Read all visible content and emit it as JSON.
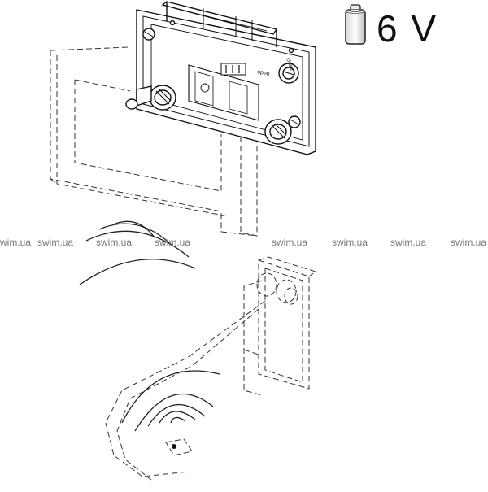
{
  "battery": {
    "label": "6 V",
    "icon": "battery-icon"
  },
  "valve_labels": {
    "open": "open",
    "close": "close"
  },
  "watermarks": [
    "swim.ua",
    "swim.ua",
    "swim.ua",
    "swim.ua",
    "swim.ua",
    "swim.ua",
    "swim.ua",
    "swim.ua"
  ]
}
